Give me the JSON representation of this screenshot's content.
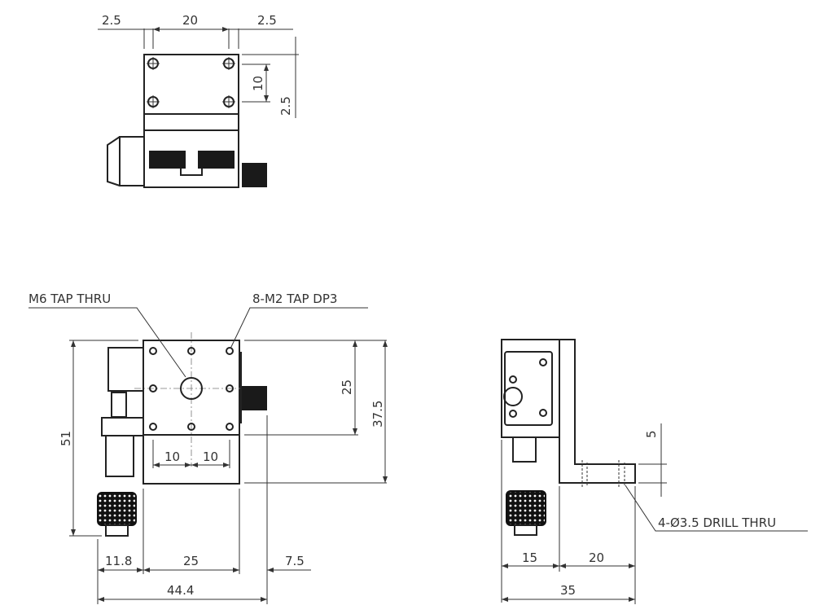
{
  "top_view": {
    "dims": {
      "left": "2.5",
      "center": "20",
      "right": "2.5",
      "vertical_pitch": "10",
      "vertical_edge": "2.5"
    }
  },
  "front_view": {
    "callouts": {
      "center_hole": "M6 TAP THRU",
      "mount_holes": "8-M2 TAP DP3"
    },
    "dims": {
      "height_total": "51",
      "hole_span": "25",
      "height_body": "37.5",
      "pitch_left": "10",
      "pitch_right": "10",
      "micrometer_offset": "11.8",
      "width": "25",
      "knob_offset": "7.5",
      "width_total": "44.4"
    }
  },
  "side_view": {
    "callouts": {
      "drill": "4-Ø3.5 DRILL THRU"
    },
    "dims": {
      "base_thickness": "5",
      "stage_depth": "15",
      "bracket_length": "20",
      "depth_total": "35"
    }
  }
}
